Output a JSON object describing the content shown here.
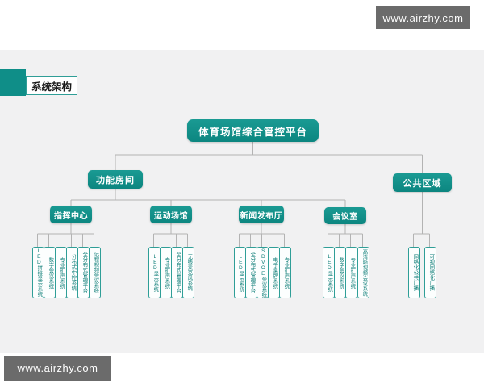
{
  "watermark": {
    "text": "www.airzhy.com"
  },
  "slide": {
    "title": "系统架构"
  },
  "colors": {
    "teal": "#0f8e88",
    "leaf_border": "#2f9e97",
    "leaf_text": "#117f79",
    "connector": "#b3b3b3",
    "content_bg": "#f1f1f2",
    "watermark_bg": "#6b6b6b"
  },
  "org": {
    "root": "体育场馆综合管控平台",
    "group_left": "功能房间",
    "group_right": "公共区域",
    "branches": [
      {
        "label": "指挥中心",
        "leaves": [
          "LED拼接显示系统",
          "数字会议系统",
          "专业扩声系统",
          "分布式中控系统",
          "全分布式管理平台",
          "远程视频会议系统"
        ]
      },
      {
        "label": "运动场馆",
        "leaves": [
          "LED显示系统",
          "专业扩声系统",
          "全分布式管理平台",
          "无线麦克风系统"
        ]
      },
      {
        "label": "新闻发布厅",
        "leaves": [
          "LED显示系统",
          "全分布式管理平台",
          "SDVOE会议系统",
          "电子桌牌系统",
          "专业扩声系统"
        ]
      },
      {
        "label": "会议室",
        "leaves": [
          "LED显示系统",
          "数字会议系统",
          "专业扩声系统",
          "高清晰视频会议系统"
        ]
      }
    ],
    "right_leaves": [
      "网络化公共广播",
      "可视网络化广播"
    ]
  }
}
